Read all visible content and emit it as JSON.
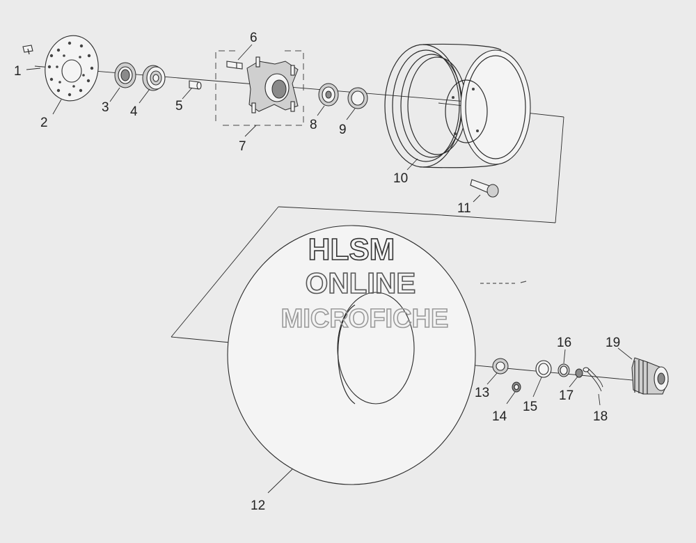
{
  "watermark": {
    "line1": "HLSM",
    "line2": "ONLINE",
    "line3": "MICROFICHE"
  },
  "callouts": [
    "1",
    "2",
    "3",
    "4",
    "5",
    "6",
    "7",
    "8",
    "9",
    "10",
    "11",
    "12",
    "13",
    "14",
    "15",
    "16",
    "17",
    "18",
    "19"
  ]
}
